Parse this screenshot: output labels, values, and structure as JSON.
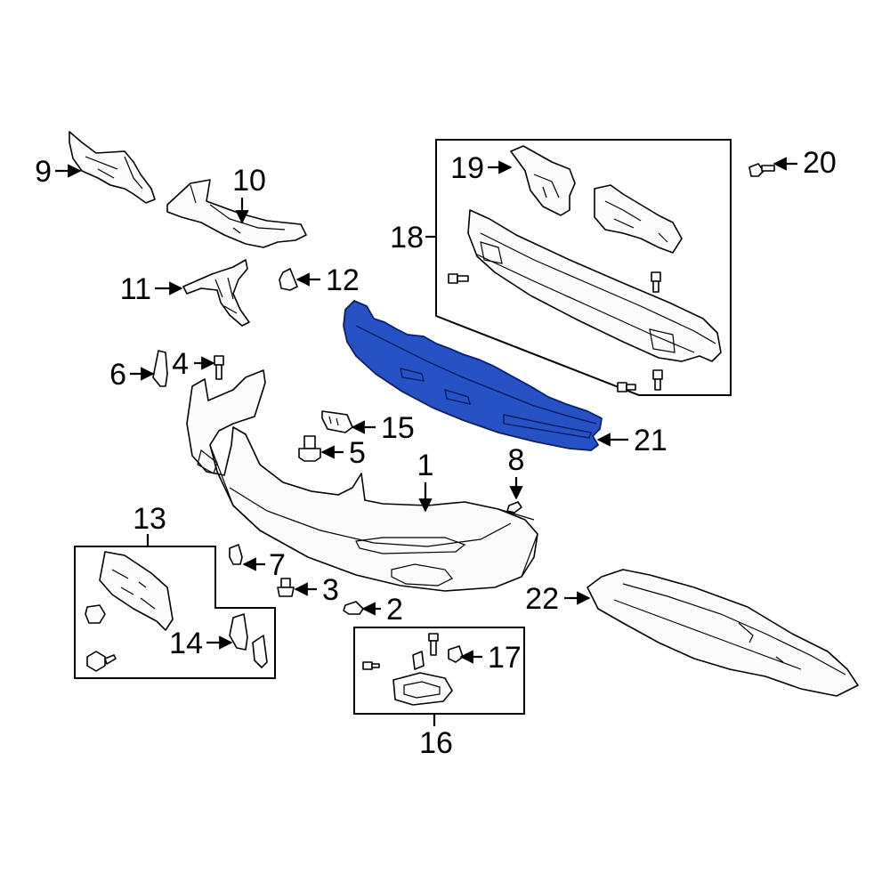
{
  "highlight_color": "#2752c6",
  "callouts": [
    {
      "id": "1",
      "label": "1"
    },
    {
      "id": "2",
      "label": "2"
    },
    {
      "id": "3",
      "label": "3"
    },
    {
      "id": "4",
      "label": "4"
    },
    {
      "id": "5",
      "label": "5"
    },
    {
      "id": "6",
      "label": "6"
    },
    {
      "id": "7",
      "label": "7"
    },
    {
      "id": "8",
      "label": "8"
    },
    {
      "id": "9",
      "label": "9"
    },
    {
      "id": "10",
      "label": "10"
    },
    {
      "id": "11",
      "label": "11"
    },
    {
      "id": "12",
      "label": "12"
    },
    {
      "id": "13",
      "label": "13"
    },
    {
      "id": "14",
      "label": "14"
    },
    {
      "id": "15",
      "label": "15"
    },
    {
      "id": "16",
      "label": "16"
    },
    {
      "id": "17",
      "label": "17"
    },
    {
      "id": "18",
      "label": "18"
    },
    {
      "id": "19",
      "label": "19"
    },
    {
      "id": "20",
      "label": "20"
    },
    {
      "id": "21",
      "label": "21"
    },
    {
      "id": "22",
      "label": "22"
    }
  ]
}
